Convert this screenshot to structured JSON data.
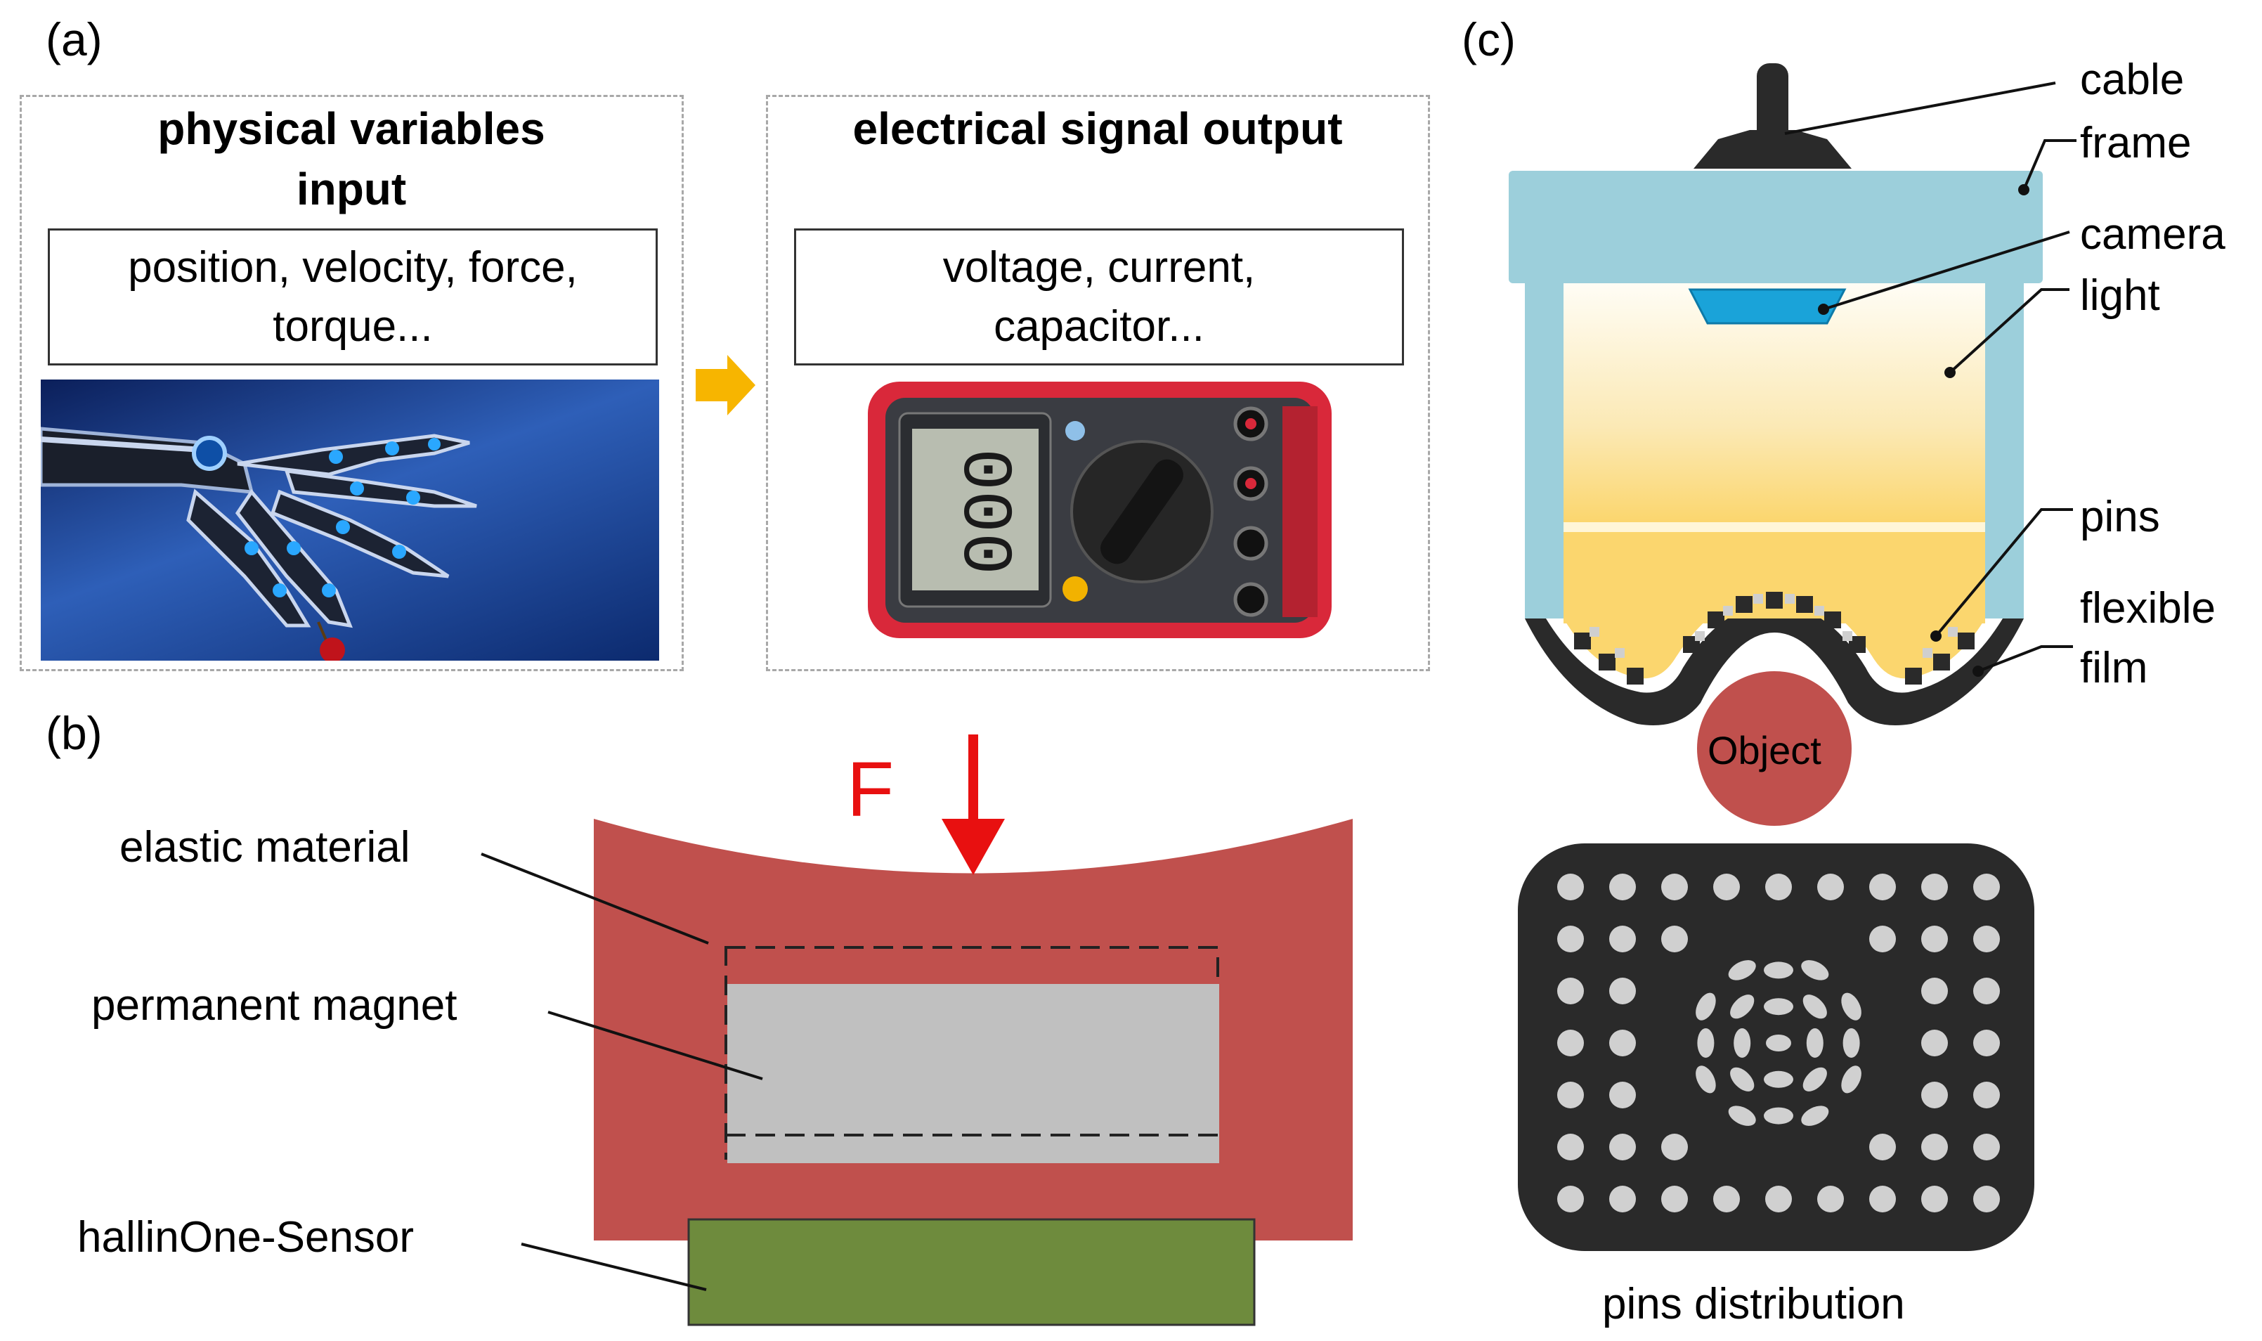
{
  "panel_a": {
    "label": "(a)",
    "input_title": "physical variables input",
    "input_examples": "position, velocity, force, torque...",
    "input_image": "robotic-hand-picking-cherry",
    "output_title": "electrical signal output",
    "output_examples": "voltage, current, capacitor...",
    "output_image": "digital-multimeter",
    "multimeter_display": "000",
    "arrow_color": "#f7b500"
  },
  "panel_b": {
    "label": "(b)",
    "force_label": "F",
    "elastic_label": "elastic material",
    "magnet_label": "permanent magnet",
    "sensor_label": "hallinOne-Sensor",
    "colors": {
      "elastic": "#c0504d",
      "magnet": "#c0c0c0",
      "sensor": "#6e8b3d",
      "force": "#e81010"
    }
  },
  "panel_c": {
    "label": "(c)",
    "labels": {
      "cable": "cable",
      "frame": "frame",
      "camera": "camera",
      "light": "light",
      "pins": "pins",
      "flexible": "flexible",
      "film": "film"
    },
    "object_label": "Object",
    "distribution_label": "pins distribution",
    "colors": {
      "frame": "#9ccfdb",
      "camera": "#1aa3d9",
      "light_top": "#fffdf5",
      "light_bottom": "#fbd66e",
      "film": "#2a2a2a",
      "object": "#c0504d",
      "pin": "#d0d0d0"
    }
  }
}
